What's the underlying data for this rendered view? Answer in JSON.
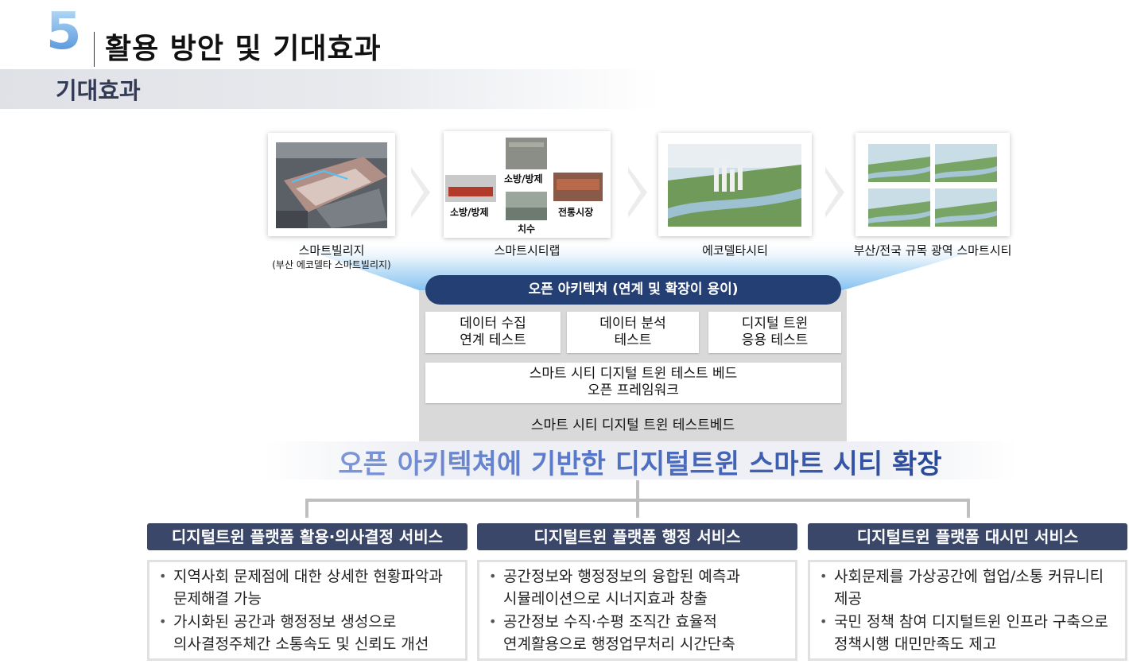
{
  "header": {
    "section_number": "5",
    "section_title": "활용 방안 및 기대효과",
    "subtitle": "기대효과"
  },
  "stages": [
    {
      "caption": "스마트빌리지",
      "subcaption": "(부산 에코델타 스마트빌리지)"
    },
    {
      "caption": "스마트시티랩",
      "labels": [
        "소방/방제",
        "소방/방제",
        "전통시장",
        "치수"
      ]
    },
    {
      "caption": "에코델타시티"
    },
    {
      "caption": "부산/전국 규목 광역 스마트시티"
    }
  ],
  "architecture": {
    "title": "오픈 아키텍쳐 (연계 및 확장이 용이)",
    "modules": [
      {
        "line1": "데이터 수집",
        "line2": "연계 테스트"
      },
      {
        "line1": "데이터 분석",
        "line2": "테스트"
      },
      {
        "line1": "디지털 트윈",
        "line2": "응용 테스트"
      }
    ],
    "framework_line1": "스마트 시티 디지털 트윈 테스트 베드",
    "framework_line2": "오픈 프레임워크",
    "footer": "스마트 시티 디지털 트윈 테스트베드"
  },
  "banner": "오픈 아키텍쳐에 기반한 디지털트윈 스마트 시티 확장",
  "services": [
    {
      "title": "디지털트윈 플랫폼 활용·의사결정 서비스",
      "bullets": [
        {
          "line1": "지역사회 문제점에 대한 상세한 현황파악과",
          "line2": "문제해결 가능"
        },
        {
          "line1": "가시화된 공간과 행정정보 생성으로",
          "line2": "의사결정주체간 소통속도 및 신뢰도 개선"
        }
      ]
    },
    {
      "title": "디지털트윈 플랫폼 행정 서비스",
      "bullets": [
        {
          "line1": "공간정보와 행정정보의 융합된 예측과",
          "line2": "시뮬레이션으로 시너지효과 창출"
        },
        {
          "line1": "공간정보 수직·수평 조직간 효율적",
          "line2": "연계활용으로 행정업무처리 시간단축"
        }
      ]
    },
    {
      "title": "디지털트윈 플랫폼 대시민 서비스",
      "bullets": [
        {
          "line1": "사회문제를 가상공간에 협업/소통 커뮤니티",
          "line2": "제공"
        },
        {
          "line1": "국민 정책 참여 디지털트윈 인프라 구축으로",
          "line2": "정책시행 대민만족도 제고"
        }
      ]
    }
  ]
}
